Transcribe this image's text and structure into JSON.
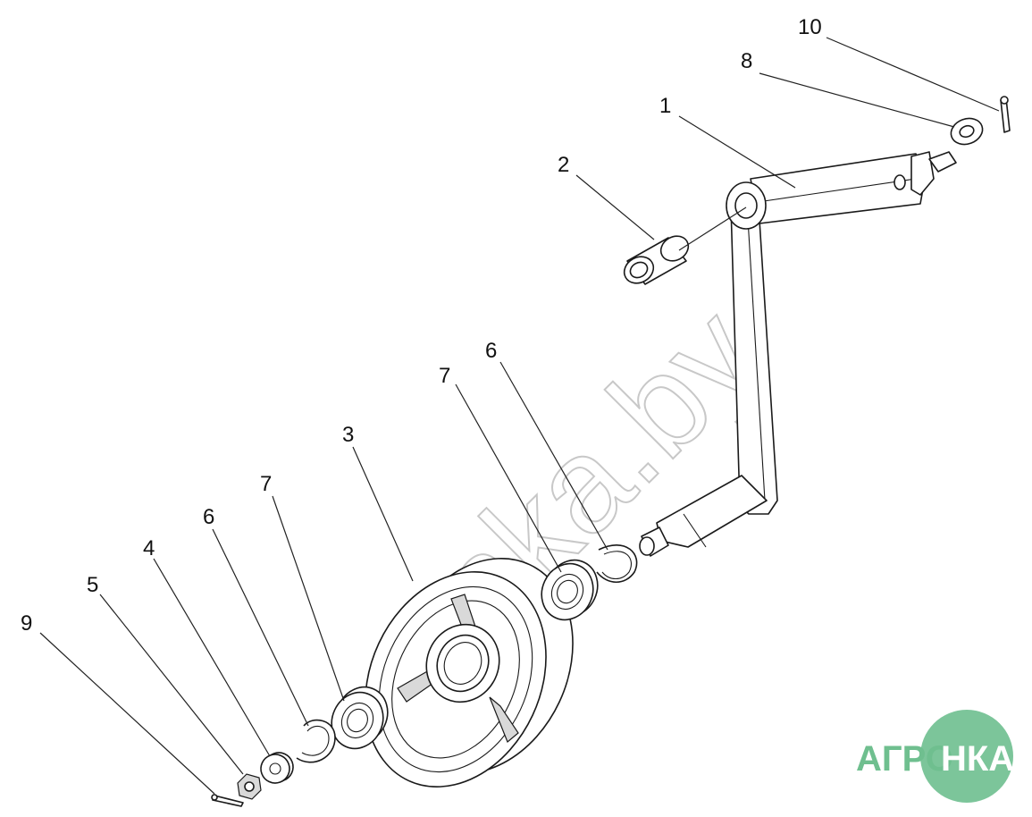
{
  "diagram": {
    "callouts": [
      {
        "id": "c10",
        "label": "10"
      },
      {
        "id": "c8",
        "label": "8"
      },
      {
        "id": "c1",
        "label": "1"
      },
      {
        "id": "c2",
        "label": "2"
      },
      {
        "id": "c6a",
        "label": "6"
      },
      {
        "id": "c7a",
        "label": "7"
      },
      {
        "id": "c3",
        "label": "3"
      },
      {
        "id": "c7b",
        "label": "7"
      },
      {
        "id": "c6b",
        "label": "6"
      },
      {
        "id": "c4",
        "label": "4"
      },
      {
        "id": "c5",
        "label": "5"
      },
      {
        "id": "c9",
        "label": "9"
      }
    ]
  },
  "watermark": {
    "text": "nka.by"
  },
  "logo": {
    "left_text": "АГРО",
    "right_text": "НКА",
    "color": "#6fbf8f",
    "circle_color": "#7cc59a"
  }
}
